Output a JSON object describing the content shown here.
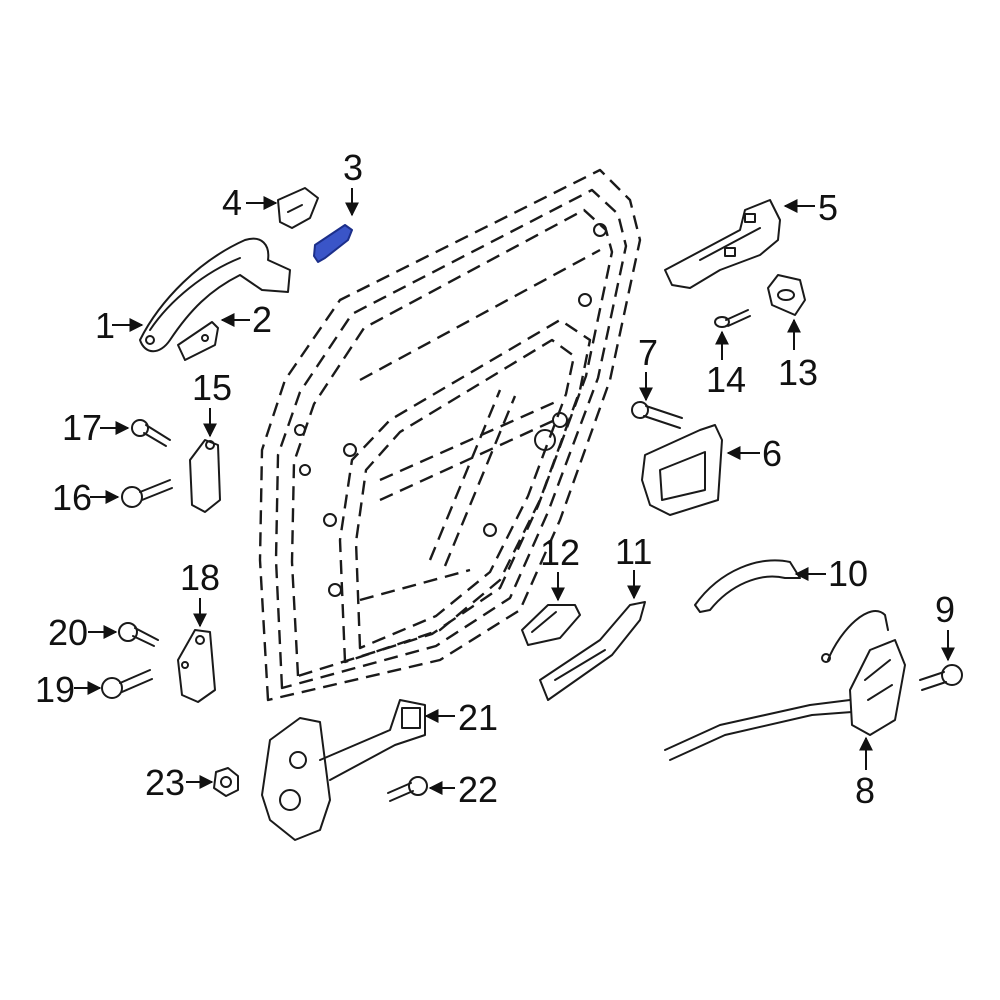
{
  "callouts": [
    {
      "id": "1",
      "label": "1"
    },
    {
      "id": "2",
      "label": "2"
    },
    {
      "id": "3",
      "label": "3"
    },
    {
      "id": "4",
      "label": "4"
    },
    {
      "id": "5",
      "label": "5"
    },
    {
      "id": "6",
      "label": "6"
    },
    {
      "id": "7",
      "label": "7"
    },
    {
      "id": "8",
      "label": "8"
    },
    {
      "id": "9",
      "label": "9"
    },
    {
      "id": "10",
      "label": "10"
    },
    {
      "id": "11",
      "label": "11"
    },
    {
      "id": "12",
      "label": "12"
    },
    {
      "id": "13",
      "label": "13"
    },
    {
      "id": "14",
      "label": "14"
    },
    {
      "id": "15",
      "label": "15"
    },
    {
      "id": "16",
      "label": "16"
    },
    {
      "id": "17",
      "label": "17"
    },
    {
      "id": "18",
      "label": "18"
    },
    {
      "id": "19",
      "label": "19"
    },
    {
      "id": "20",
      "label": "20"
    },
    {
      "id": "21",
      "label": "21"
    },
    {
      "id": "22",
      "label": "22"
    },
    {
      "id": "23",
      "label": "23"
    }
  ],
  "colors": {
    "line": "#1a1a1a",
    "highlight_fill": "#3a55c8",
    "highlight_stroke": "#1c2f8a"
  },
  "highlighted_part": "3"
}
